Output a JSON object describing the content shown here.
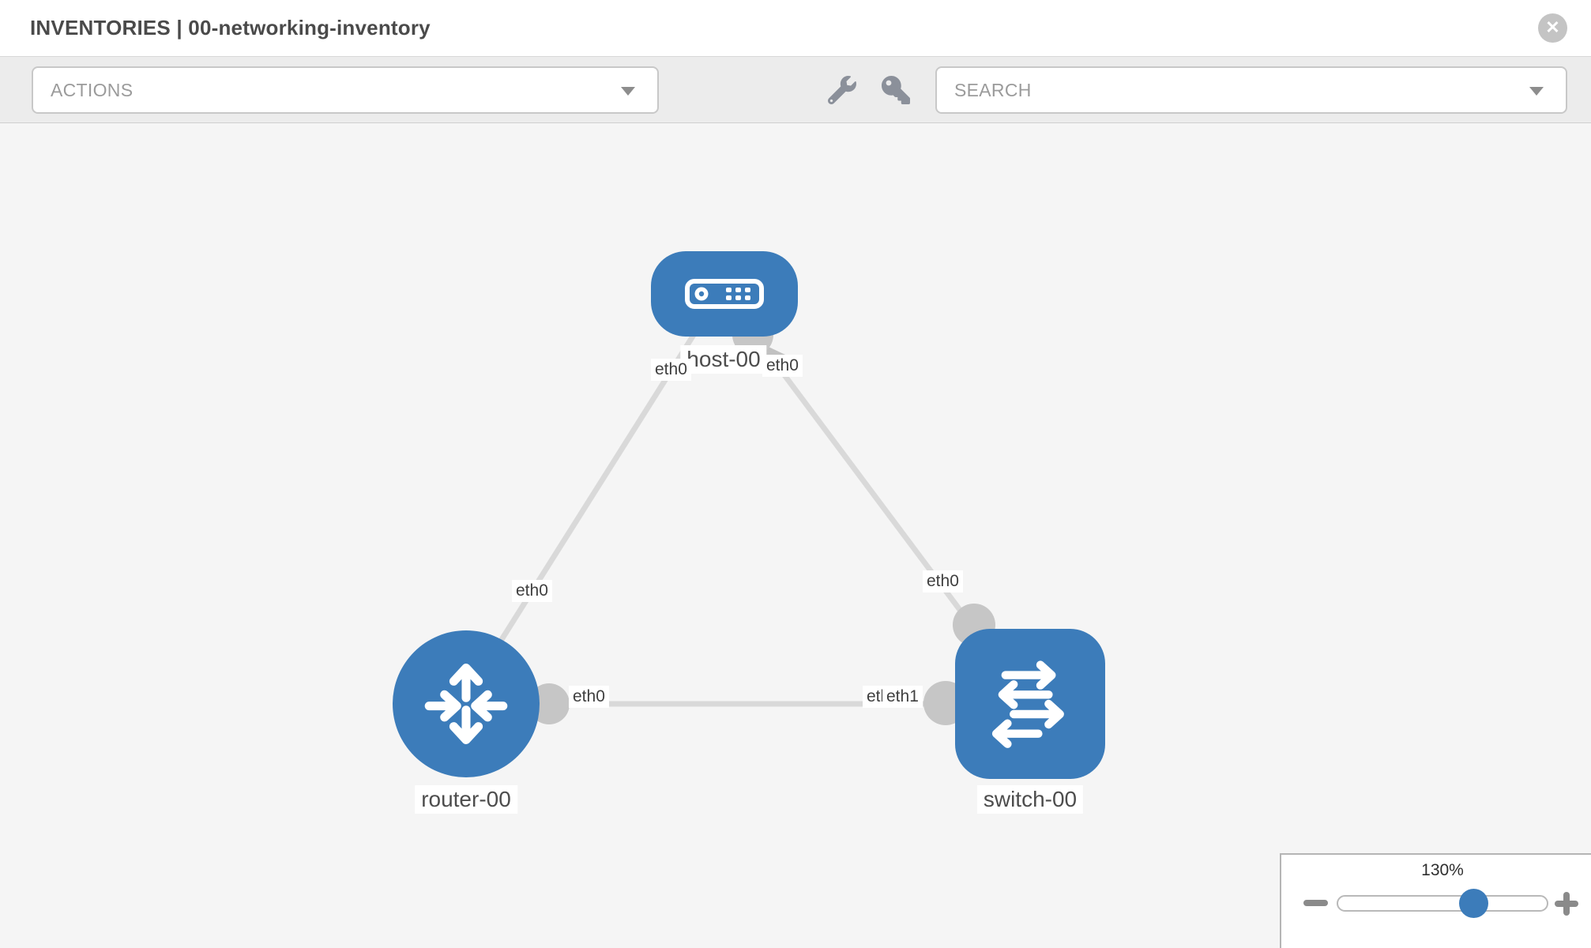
{
  "header": {
    "title": "INVENTORIES | 00-networking-inventory",
    "close_icon": "x-circle"
  },
  "toolbar": {
    "actions_label": "ACTIONS",
    "search_label": "SEARCH",
    "icons": [
      "wrench-icon",
      "key-icon"
    ]
  },
  "topology": {
    "nodes": [
      {
        "id": "host-00",
        "type": "host",
        "label": "host-00"
      },
      {
        "id": "router-00",
        "type": "router",
        "label": "router-00"
      },
      {
        "id": "switch-00",
        "type": "switch",
        "label": "switch-00"
      }
    ],
    "interface_labels": {
      "host_to_router_host_side": "eth0",
      "host_to_router_router_side": "eth0",
      "host_to_switch_host_side": "eth0",
      "host_to_switch_switch_side": "eth0",
      "router_to_switch_router_side": "eth0",
      "router_to_switch_switch_side_under": "eth0",
      "router_to_switch_switch_side_over": "eth1"
    }
  },
  "zoom_control": {
    "level": "130%"
  },
  "colors": {
    "node_blue": "#3c7cba",
    "link_gray": "#d9d9d9",
    "connector_gray": "#c6c6c6",
    "canvas_bg": "#f5f5f5",
    "toolbar_bg": "#ececec"
  }
}
